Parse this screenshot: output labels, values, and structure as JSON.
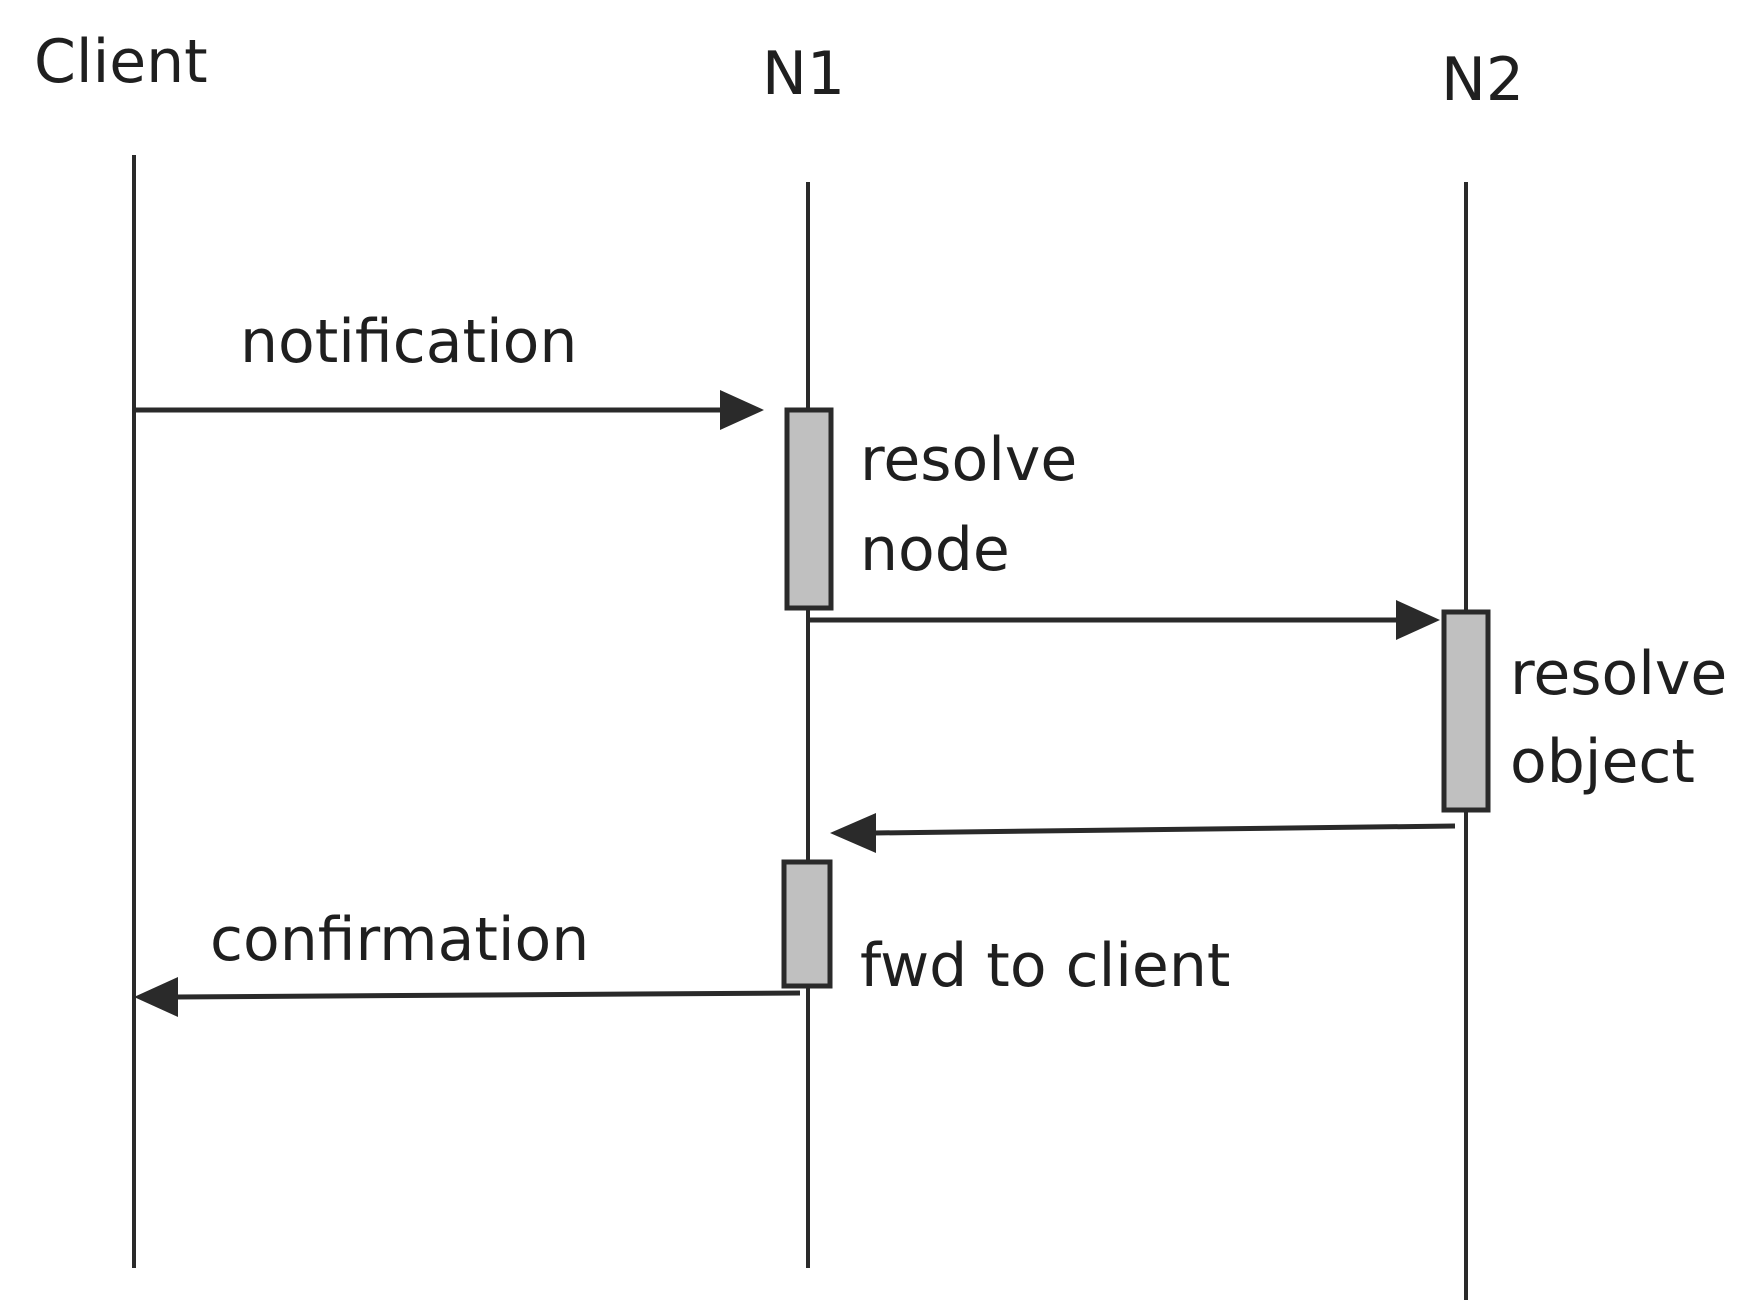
{
  "participants": {
    "client": "Client",
    "n1": "N1",
    "n2": "N2"
  },
  "messages": {
    "notification": "notification",
    "confirmation": "confirmation"
  },
  "activations": {
    "resolve_node": [
      "resolve",
      "node"
    ],
    "resolve_object": [
      "resolve",
      "object"
    ],
    "fwd_to_client": "fwd to client"
  },
  "colors": {
    "line": "#2a2a2a",
    "activation_fill": "#c0c0c0",
    "text": "#1f1f1f"
  }
}
